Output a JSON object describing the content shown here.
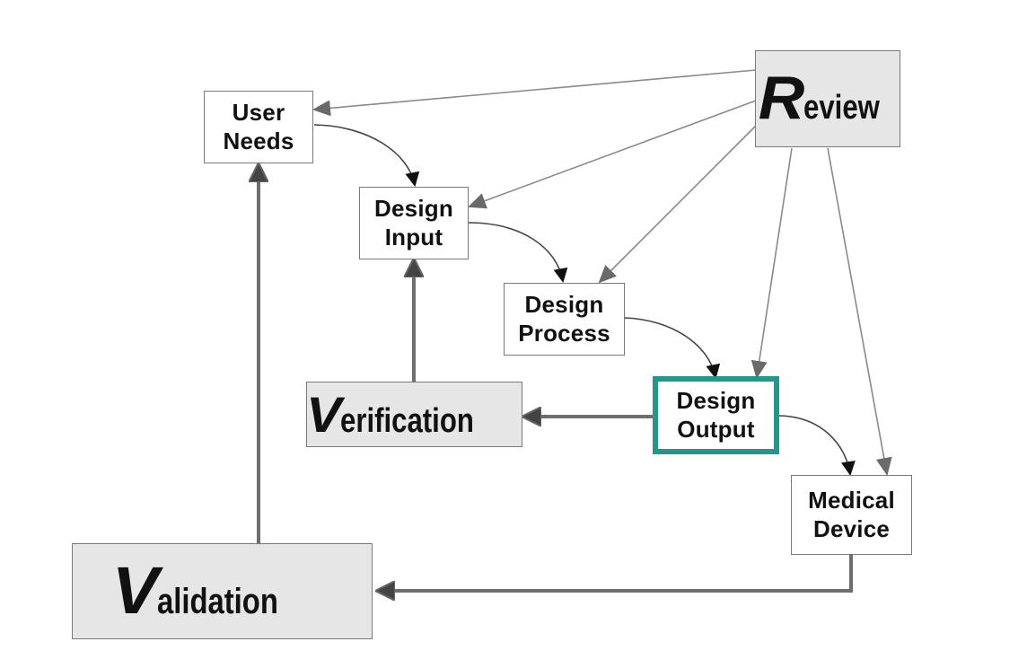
{
  "diagram": {
    "nodes": {
      "user_needs": {
        "label": "User\nNeeds"
      },
      "design_input": {
        "label": "Design\nInput"
      },
      "design_process": {
        "label": "Design\nProcess"
      },
      "design_output": {
        "label": "Design\nOutput"
      },
      "medical_device": {
        "label": "Medical\nDevice"
      },
      "review": {
        "initial": "R",
        "rest": "eview"
      },
      "verification": {
        "initial": "V",
        "rest": "erification"
      },
      "validation": {
        "initial": "V",
        "rest": "alidation"
      }
    },
    "highlight_color": "#26968b",
    "edges": [
      {
        "from": "review",
        "to": "user_needs",
        "style": "thin"
      },
      {
        "from": "review",
        "to": "design_input",
        "style": "thin"
      },
      {
        "from": "review",
        "to": "design_process",
        "style": "thin"
      },
      {
        "from": "review",
        "to": "design_output",
        "style": "thin"
      },
      {
        "from": "review",
        "to": "medical_device",
        "style": "thin"
      },
      {
        "from": "user_needs",
        "to": "design_input",
        "style": "curved"
      },
      {
        "from": "design_input",
        "to": "design_process",
        "style": "curved"
      },
      {
        "from": "design_process",
        "to": "design_output",
        "style": "curved"
      },
      {
        "from": "design_output",
        "to": "medical_device",
        "style": "curved"
      },
      {
        "from": "design_output",
        "to": "verification",
        "style": "thick"
      },
      {
        "from": "verification",
        "to": "design_input",
        "style": "thick"
      },
      {
        "from": "medical_device",
        "to": "validation",
        "style": "thick"
      },
      {
        "from": "validation",
        "to": "user_needs",
        "style": "thick"
      }
    ]
  }
}
